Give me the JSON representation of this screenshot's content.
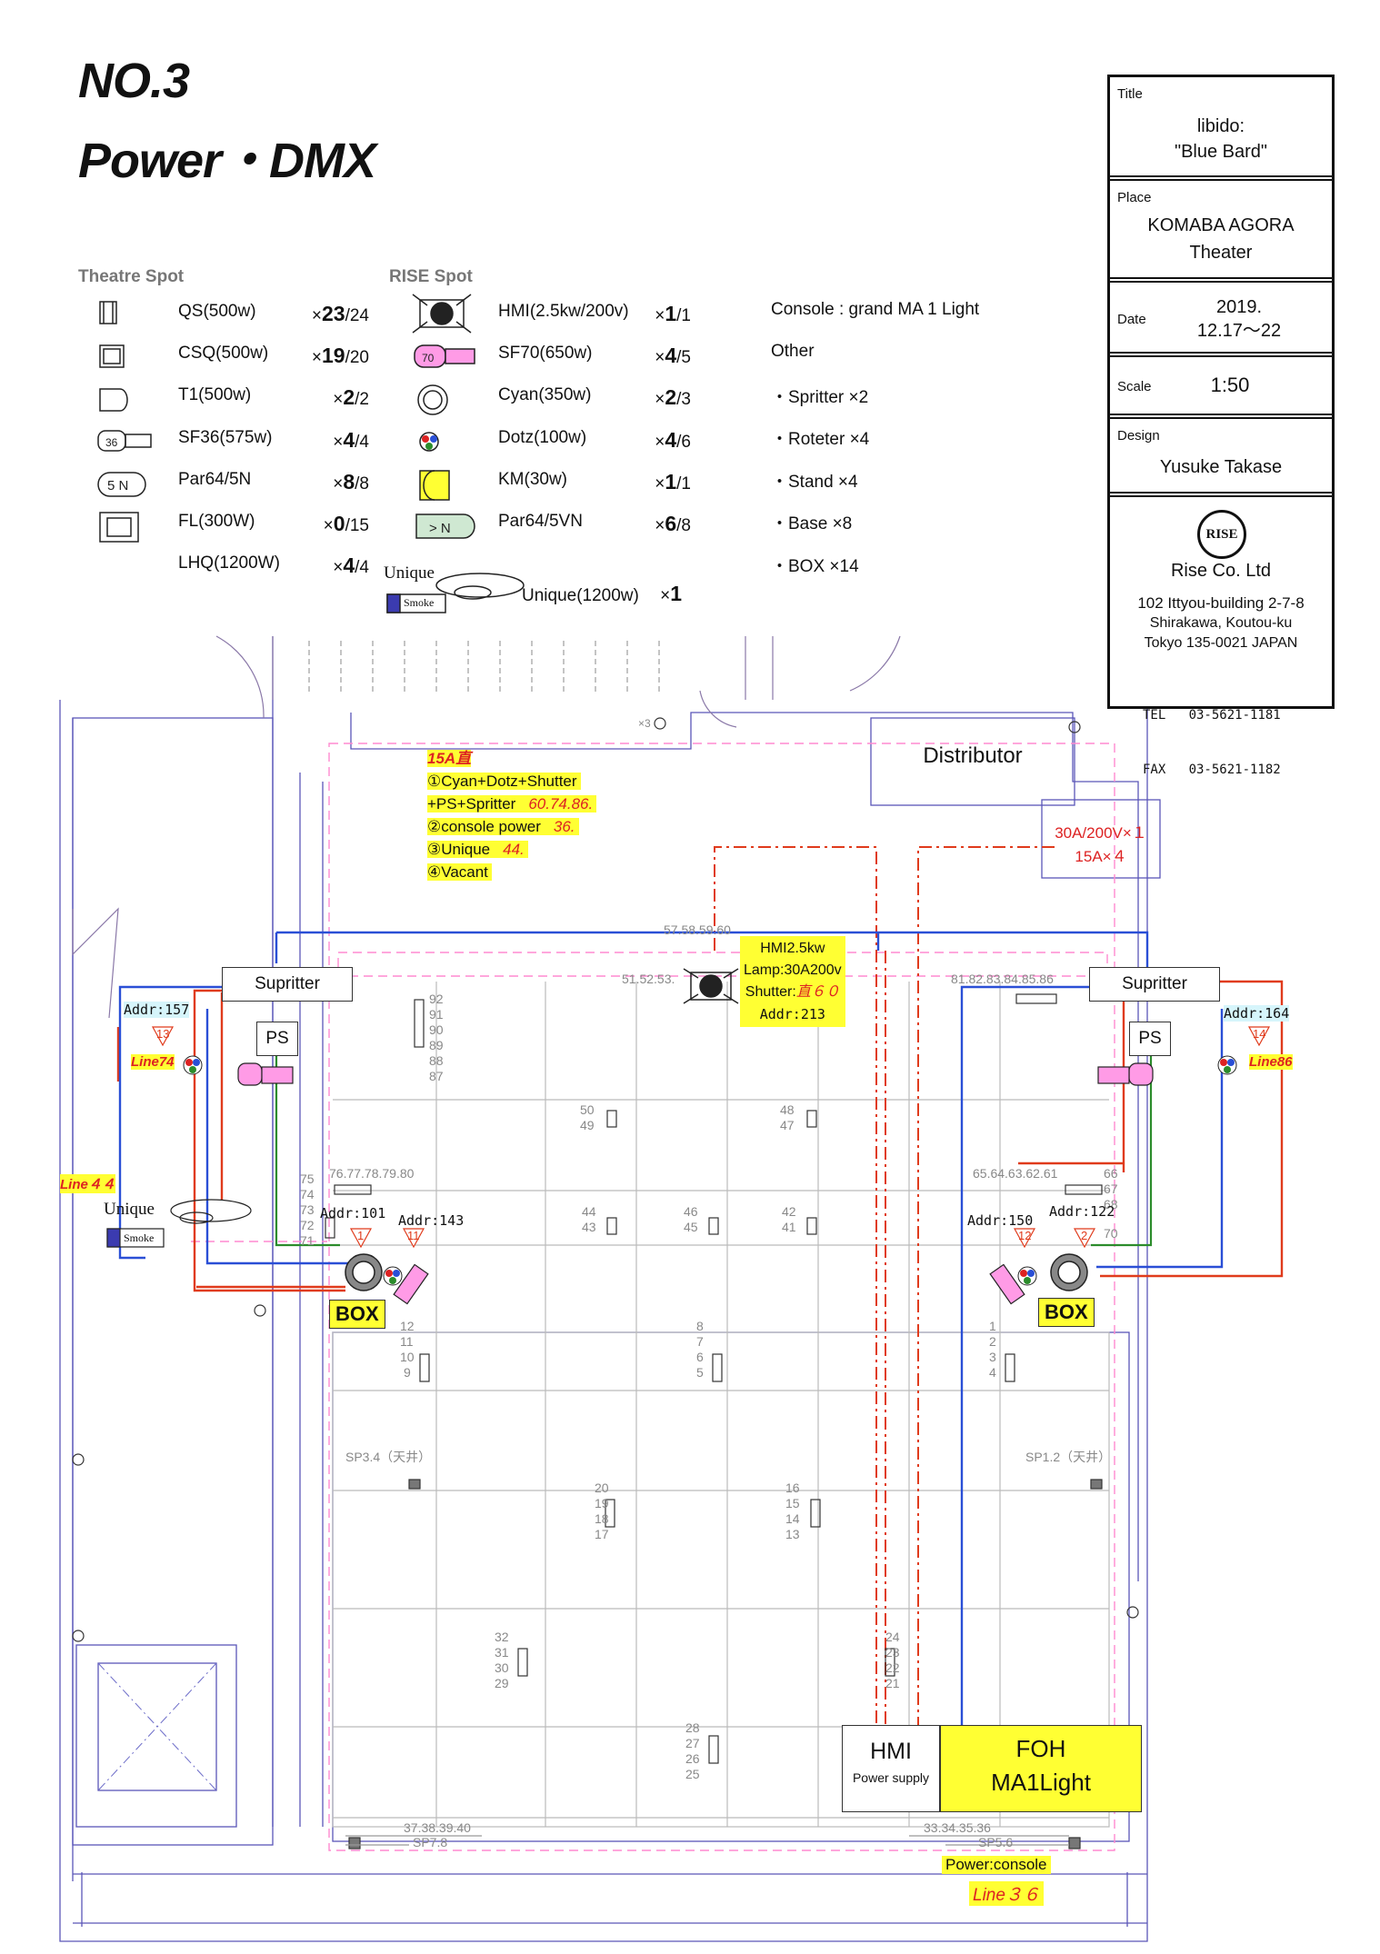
{
  "header": {
    "no": "NO.3",
    "title": "Power・DMX"
  },
  "legend_left": {
    "head": "Theatre Spot",
    "items": [
      {
        "name": "QS(500w)",
        "pre": "×",
        "count": "23",
        "total": "/24"
      },
      {
        "name": "CSQ(500w)",
        "pre": "×",
        "count": "19",
        "total": "/20"
      },
      {
        "name": "T1(500w)",
        "pre": "×",
        "count": "2",
        "total": "/2"
      },
      {
        "name": "SF36(575w)",
        "pre": "×",
        "count": "4",
        "total": "/4"
      },
      {
        "name": "Par64/5N",
        "pre": "×",
        "count": "8",
        "total": "/8"
      },
      {
        "name": "FL(300W)",
        "pre": "×",
        "count": "0",
        "total": "/15"
      },
      {
        "name": "LHQ(1200W)",
        "pre": "×",
        "count": "4",
        "total": "/4"
      }
    ]
  },
  "legend_right": {
    "head": "RISE Spot",
    "items": [
      {
        "name": "HMI(2.5kw/200v)",
        "pre": "×",
        "count": "1",
        "total": "/1"
      },
      {
        "name": "SF70(650w)",
        "pre": "×",
        "count": "4",
        "total": "/5"
      },
      {
        "name": "Cyan(350w)",
        "pre": "×",
        "count": "2",
        "total": "/3"
      },
      {
        "name": "Dotz(100w)",
        "pre": "×",
        "count": "4",
        "total": "/6"
      },
      {
        "name": "KM(30w)",
        "pre": "×",
        "count": "1",
        "total": "/1"
      },
      {
        "name": "Par64/5VN",
        "pre": "×",
        "count": "6",
        "total": "/8"
      }
    ],
    "unique": {
      "label": "Unique",
      "smoke": "Smoke",
      "name": "Unique(1200w)",
      "pre": "×",
      "count": "1"
    }
  },
  "other": {
    "console": "Console : grand MA 1 Light",
    "head": "Other",
    "items": [
      "・Spritter ×2",
      "・Roteter ×4",
      "・Stand ×4",
      "・Base ×8",
      "・BOX ×14"
    ]
  },
  "title_block": {
    "title_label": "Title",
    "title_l1": "libido:",
    "title_l2": "\"Blue Bard\"",
    "place_label": "Place",
    "place_l1": "KOMABA AGORA",
    "place_l2": "Theater",
    "date_label": "Date",
    "date_l1": "2019.",
    "date_l2": "12.17〜22",
    "scale_label": "Scale",
    "scale": "1:50",
    "design_label": "Design",
    "design": "Yusuke Takase",
    "logo": "RISE",
    "company": "Rise Co. Ltd",
    "addr1": "102 Ittyou-building 2-7-8",
    "addr2": "Shirakawa, Koutou-ku",
    "addr3": "Tokyo 135-0021 JAPAN",
    "tel": "TEL   03-5621-1181",
    "fax": "FAX   03-5621-1182"
  },
  "plan": {
    "distributor": "Distributor",
    "power_l1": "30A/200V×１",
    "power_l2": "15A×４",
    "note_head": "15A直",
    "note_lines": [
      "①Cyan+Dotz+Shutter",
      "+PS+Spritter",
      "②console power",
      "③Unique",
      "④Vacant"
    ],
    "note_red": [
      "",
      "60.74.86.",
      "36.",
      "44.",
      ""
    ],
    "hmi_l1": "HMI2.5kw",
    "hmi_l2": "Lamp:30A200v",
    "hmi_l3a": "Shutter:",
    "hmi_l3b": "直６０",
    "hmi_l4": "Addr:213",
    "hmi_top": "57.58.59.60",
    "spritter": "Supritter",
    "ps": "PS",
    "addr_157": "Addr:157",
    "addr_164": "Addr:164",
    "addr_101": "Addr:101",
    "addr_143": "Addr:143",
    "addr_150": "Addr:150",
    "addr_122": "Addr:122",
    "line74": "Line74",
    "line86": "Line86",
    "line44": "Line４４",
    "box": "BOX",
    "unique": "Unique",
    "smoke": "Smoke",
    "n13": "13",
    "n14": "14",
    "n1": "1",
    "n11": "11",
    "n12": "12",
    "n2": "2",
    "hmi_ps_l1": "HMI",
    "hmi_ps_l2": "Power supply",
    "foh_l1": "FOH",
    "foh_l2": "MA1Light",
    "power_console": "Power:console",
    "line36": "Line３６",
    "x3": "×3",
    "g_515253": "51.52.53.",
    "g_81": "81.82.83.84.85.86",
    "g_76": "76.77.78.79.80",
    "g_65": "65.64.63.62.61",
    "g_3740": "37.38.39.40",
    "g_sp78": "SP7.8",
    "g_3336": "33.34.35.36",
    "g_sp56": "SP5.6",
    "g_sp34": "SP3.4（天井）",
    "g_sp12": "SP1.2（天井）",
    "c_92": "92",
    "c_91": "91",
    "c_90": "90",
    "c_89": "89",
    "c_88": "88",
    "c_87": "87",
    "c_50": "50",
    "c_49": "49",
    "c_48": "48",
    "c_47": "47",
    "c_75": "75",
    "c_74": "74",
    "c_73": "73",
    "c_72": "72",
    "c_71": "71",
    "c_66": "66",
    "c_67": "67",
    "c_68": "68",
    "c_70": "70",
    "c_44": "44",
    "c_43": "43",
    "c_46": "46",
    "c_45": "45",
    "c_42": "42",
    "c_41": "41",
    "c_12": "12",
    "c_11": "11",
    "c_10": "10",
    "c_9": "9",
    "c_8": "8",
    "c_7": "7",
    "c_6": "6",
    "c_5": "5",
    "c_1": "1",
    "c_2": "2",
    "c_3": "3",
    "c_4": "4",
    "c_20": "20",
    "c_19": "19",
    "c_18": "18",
    "c_17": "17",
    "c_16": "16",
    "c_15": "15",
    "c_14": "14",
    "c_13": "13",
    "c_32": "32",
    "c_31": "31",
    "c_30": "30",
    "c_29": "29",
    "c_24": "24",
    "c_23": "23",
    "c_22": "22",
    "c_21": "21",
    "c_28": "28",
    "c_27": "27",
    "c_26": "26",
    "c_25": "25"
  },
  "colors": {
    "dmx": "#2a4fd6",
    "power": "#e03b1c",
    "green": "#2c8c2c",
    "highlight": "#ffff33",
    "magenta": "#ff9be6"
  }
}
